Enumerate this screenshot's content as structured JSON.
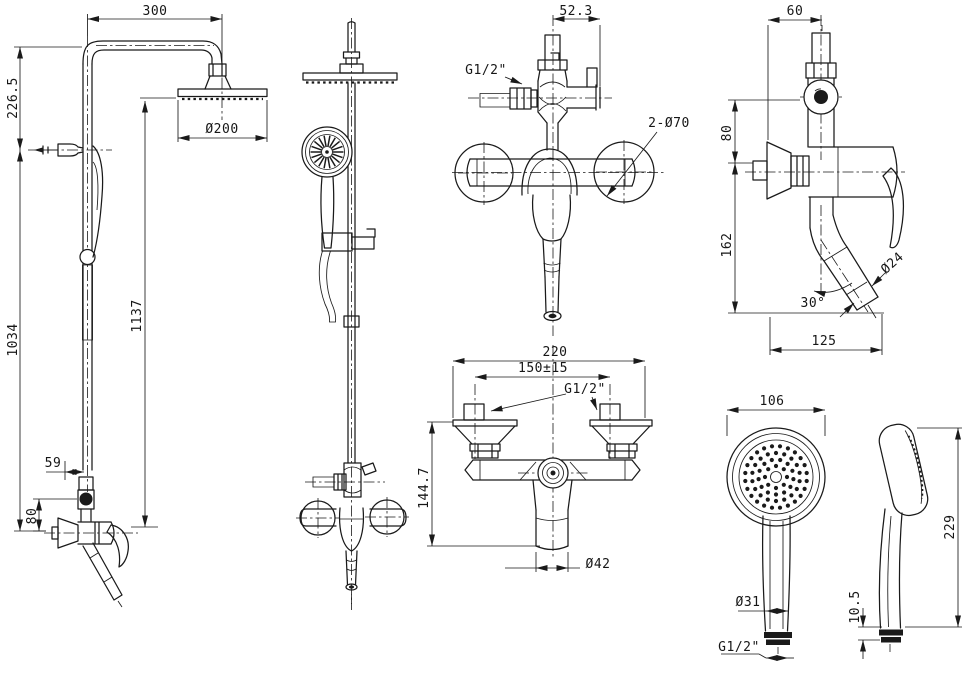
{
  "drawing": {
    "background": "#ffffff",
    "line_color": "#1a1a1a",
    "views": {
      "shower_column_front": {
        "label": "shower column front view",
        "dims": {
          "arm_length": "300",
          "head_to_holder": "226.5",
          "holder_to_mixer": "1034",
          "overall_height": "1137",
          "head_diameter": "Ø200",
          "column_offset": "59",
          "inlet_height": "80"
        }
      },
      "shower_column_side": {
        "label": "shower column side view"
      },
      "mixer_front": {
        "label": "wall mixer front view",
        "dims": {
          "diverter_offset": "52.3",
          "inlet_thread": "G1/2\"",
          "flange_note": "2-Ø70"
        }
      },
      "mixer_side": {
        "label": "wall mixer side view",
        "dims": {
          "top_offset": "60",
          "knob_height": "80",
          "body_height": "162",
          "spout_diameter": "Ø24",
          "spout_angle": "30°",
          "spout_reach": "125"
        }
      },
      "mixer_top": {
        "label": "wall mixer top view",
        "dims": {
          "overall_width": "220",
          "inlet_centers": "150±15",
          "inlet_thread": "G1/2\"",
          "depth": "144.7",
          "outlet_diameter": "Ø42"
        }
      },
      "hand_shower_front": {
        "label": "hand shower front view",
        "dims": {
          "head_diameter": "106",
          "handle_diameter": "Ø31",
          "thread": "G1/2\""
        }
      },
      "hand_shower_side": {
        "label": "hand shower side view",
        "dims": {
          "overall_length": "229",
          "connector_height": "10.5"
        }
      }
    }
  }
}
